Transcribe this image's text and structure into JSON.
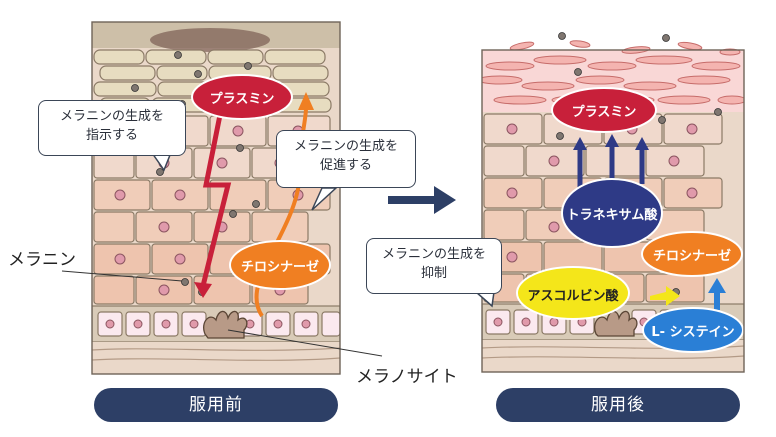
{
  "before": {
    "caption": "服用前",
    "bubble_melanin_instruct": [
      "メラニンの生成を",
      "指示する"
    ],
    "bubble_melanin_promote": [
      "メラニンの生成を",
      "促進する"
    ],
    "plasmin": "プラスミン",
    "tyrosinase": "チロシナーゼ",
    "melanin_label": "メラニン",
    "melanocyte_label": "メラノサイト"
  },
  "after": {
    "caption": "服用後",
    "plasmin": "プラスミン",
    "tranexamic": "トラネキサム酸",
    "tyrosinase": "チロシナーゼ",
    "ascorbic": "アスコルビン酸",
    "cysteine": "L- システイン",
    "bubble_melanin_suppress": [
      "メラニンの生成を",
      "抑制"
    ]
  },
  "colors": {
    "plasmin": "#c8203a",
    "tyrosinase": "#f07f22",
    "tranexamic": "#2e3a86",
    "ascorbic": "#f4e61a",
    "cysteine": "#2a7fd6",
    "caption_pill": "#2d3f66",
    "arrow": "#2d3f66",
    "red_arrow": "#c8203a"
  },
  "icons": {
    "between_panels": "right-arrow-icon"
  }
}
